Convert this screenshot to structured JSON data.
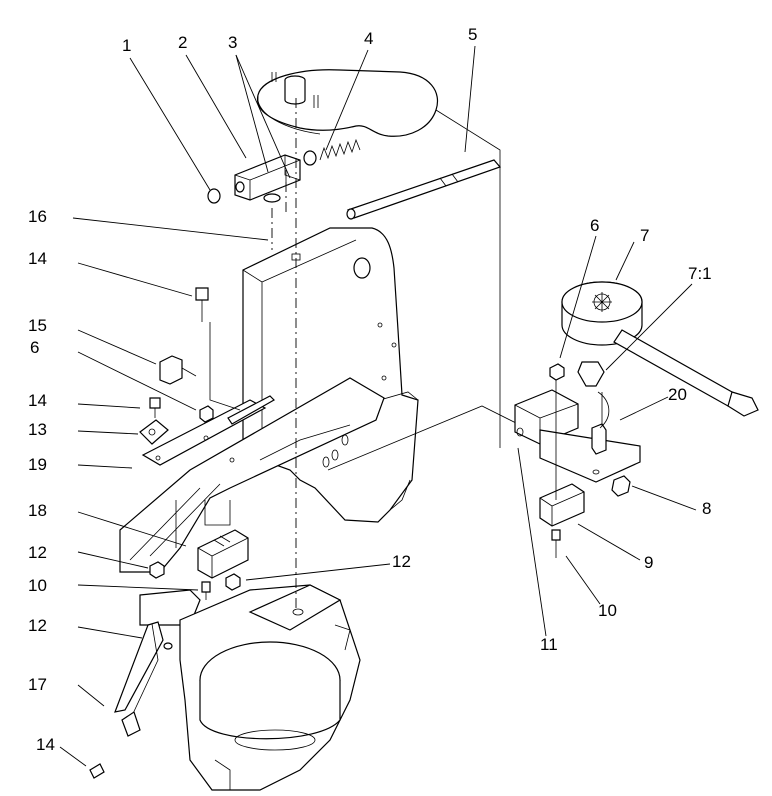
{
  "callouts": [
    {
      "id": "c1",
      "text": "1"
    },
    {
      "id": "c2",
      "text": "2"
    },
    {
      "id": "c3",
      "text": "3"
    },
    {
      "id": "c4",
      "text": "4"
    },
    {
      "id": "c5",
      "text": "5"
    },
    {
      "id": "c16",
      "text": "16"
    },
    {
      "id": "c14a",
      "text": "14"
    },
    {
      "id": "c15",
      "text": "15"
    },
    {
      "id": "c6a",
      "text": "6"
    },
    {
      "id": "c14b",
      "text": "14"
    },
    {
      "id": "c13",
      "text": "13"
    },
    {
      "id": "c19",
      "text": "19"
    },
    {
      "id": "c18",
      "text": "18"
    },
    {
      "id": "c12a",
      "text": "12"
    },
    {
      "id": "c10a",
      "text": "10"
    },
    {
      "id": "c12b",
      "text": "12"
    },
    {
      "id": "c12c",
      "text": "12"
    },
    {
      "id": "c17",
      "text": "17"
    },
    {
      "id": "c14c",
      "text": "14"
    },
    {
      "id": "c6b",
      "text": "6"
    },
    {
      "id": "c7",
      "text": "7"
    },
    {
      "id": "c71",
      "text": "7:1"
    },
    {
      "id": "c20",
      "text": "20"
    },
    {
      "id": "c8",
      "text": "8"
    },
    {
      "id": "c9",
      "text": "9"
    },
    {
      "id": "c10b",
      "text": "10"
    },
    {
      "id": "c11",
      "text": "11"
    }
  ]
}
